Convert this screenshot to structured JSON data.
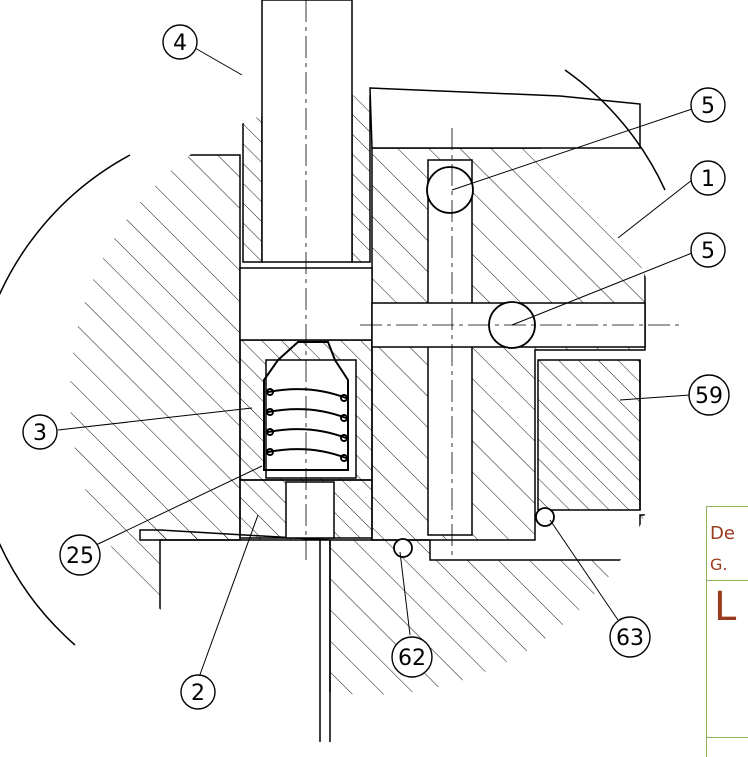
{
  "balloons": [
    "4",
    "5",
    "1",
    "5",
    "59",
    "3",
    "25",
    "2",
    "62",
    "63"
  ],
  "title_block": {
    "line1": "De",
    "line2": "G.",
    "big_letter": "L"
  },
  "colors": {
    "ink": "#000000",
    "title_block_border": "#8bb35a",
    "title_block_text": "#9a3a1e"
  }
}
